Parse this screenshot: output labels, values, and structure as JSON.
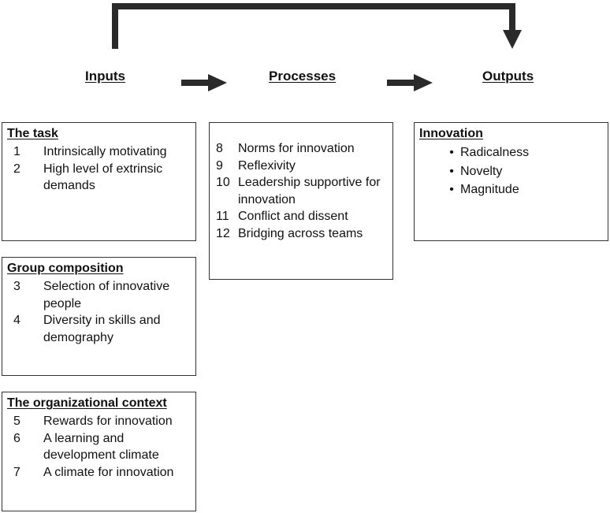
{
  "headings": {
    "inputs": "Inputs",
    "processes": "Processes",
    "outputs": "Outputs"
  },
  "inputs": {
    "task": {
      "title": "The task",
      "items": [
        {
          "num": "1",
          "text": "Intrinsically motivating"
        },
        {
          "num": "2",
          "text": "High level of extrinsic demands"
        }
      ]
    },
    "group": {
      "title": "Group composition",
      "items": [
        {
          "num": "3",
          "text": "Selection of innovative people"
        },
        {
          "num": "4",
          "text": "Diversity in skills and demography"
        }
      ]
    },
    "org": {
      "title": "The organizational context",
      "items": [
        {
          "num": "5",
          "text": "Rewards for innovation"
        },
        {
          "num": "6",
          "text": "A learning and development climate"
        },
        {
          "num": "7",
          "text": "A climate for innovation"
        }
      ]
    }
  },
  "processes": {
    "items": [
      {
        "num": "8",
        "text": "Norms for innovation"
      },
      {
        "num": "9",
        "text": "Reflexivity"
      },
      {
        "num": "10",
        "text": "Leadership supportive for innovation"
      },
      {
        "num": "11",
        "text": "Conflict and dissent"
      },
      {
        "num": "12",
        "text": "Bridging across teams"
      }
    ]
  },
  "outputs": {
    "title": "Innovation",
    "bullets": [
      "Radicalness",
      "Novelty",
      "Magnitude"
    ]
  },
  "colors": {
    "arrow": "#2a2a2a",
    "border": "#333333",
    "text": "#111111"
  }
}
